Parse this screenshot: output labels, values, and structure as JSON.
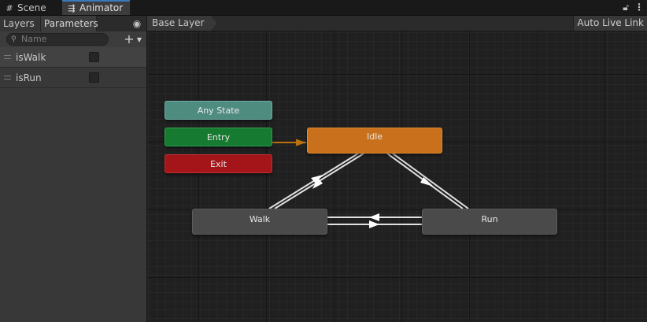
{
  "tabs": [
    {
      "label": "Scene",
      "icon": "grid-icon"
    },
    {
      "label": "Animator",
      "icon": "animator-icon"
    }
  ],
  "left_panel": {
    "tabs": [
      "Layers",
      "Parameters"
    ],
    "search_placeholder": "Name",
    "parameters": [
      {
        "name": "isWalk",
        "type": "bool",
        "value": false
      },
      {
        "name": "isRun",
        "type": "bool",
        "value": false
      }
    ]
  },
  "graph": {
    "breadcrumb": "Base Layer",
    "live_link_label": "Auto Live Link",
    "nodes": {
      "any_state": "Any State",
      "entry": "Entry",
      "exit": "Exit",
      "idle": "Idle",
      "walk": "Walk",
      "run": "Run"
    }
  },
  "colors": {
    "any_state": "#4f8c80",
    "entry": "#177a31",
    "exit": "#a41519",
    "default_state": "#c8701c",
    "state": "#4a4a4a",
    "entry_transition": "#b8720f",
    "transition": "#e0e0e0",
    "tab_highlight": "#3a79bb"
  }
}
